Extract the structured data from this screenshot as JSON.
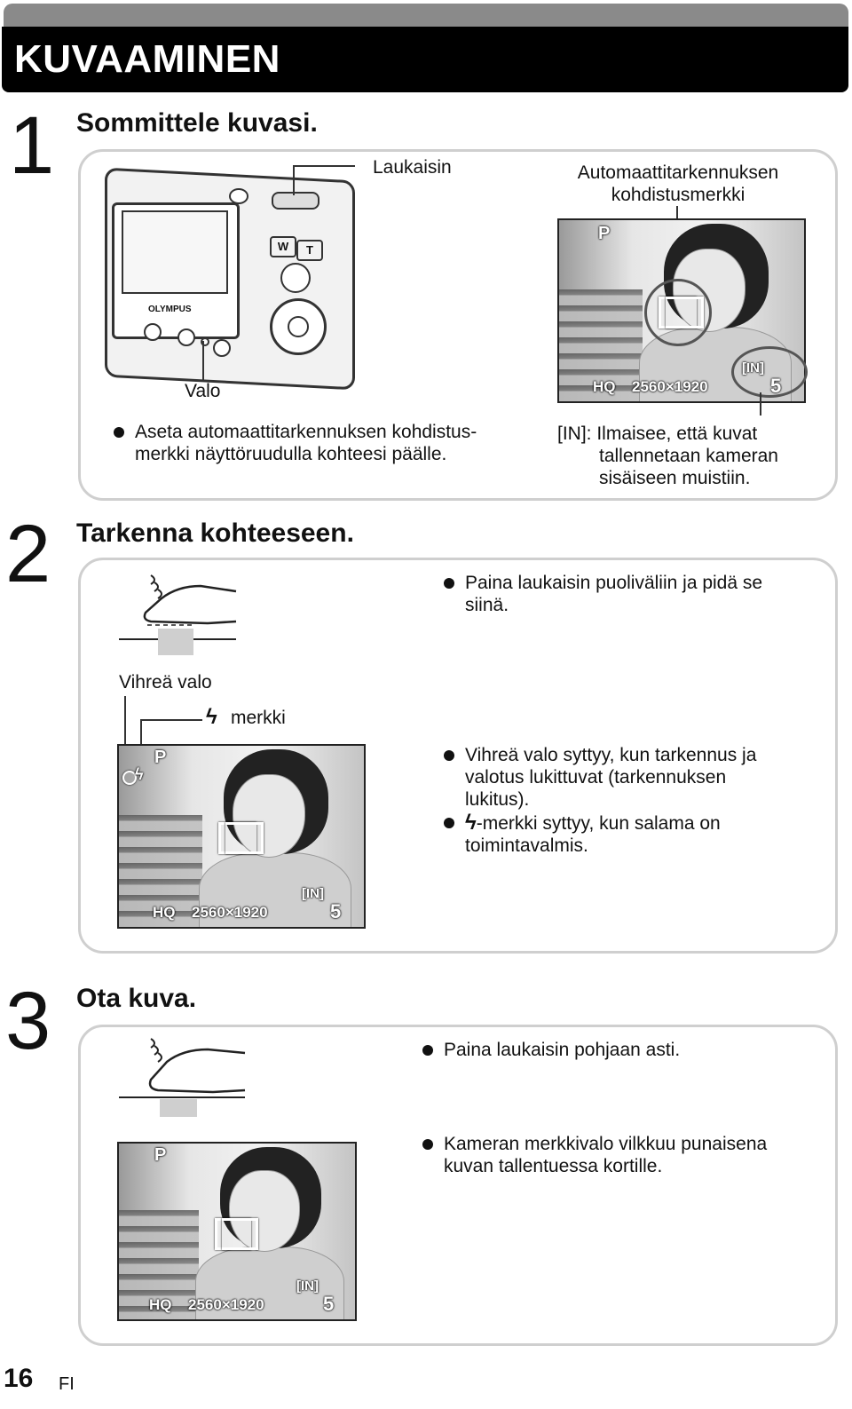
{
  "header": {
    "title": "KUVAAMINEN"
  },
  "step1": {
    "number": "1",
    "title": "Sommittele kuvasi.",
    "label_shutter": "Laukaisin",
    "label_af_mark_1": "Automaattitarkennuksen",
    "label_af_mark_2": "kohdistusmerkki",
    "label_lamp": "Valo",
    "camera_brand": "OLYMPUS",
    "camera_w": "W",
    "camera_t": "T",
    "bullet_1": "Aseta automaattitarkennuksen kohdistus-",
    "bullet_2": "merkki näyttöruudulla kohteesi päälle.",
    "in_note_1": "[IN]: Ilmaisee, että kuvat",
    "in_note_2": "tallennetaan kameran",
    "in_note_3": "sisäiseen muistiin.",
    "lcd": {
      "mode": "P",
      "quality": "HQ",
      "resolution": "2560×1920",
      "memory": "[IN]",
      "frames": "5",
      "af_bracket": "[ ]"
    }
  },
  "step2": {
    "number": "2",
    "title": "Tarkenna kohteeseen.",
    "bullet_press_1": "Paina laukaisin puoliväliin ja pidä se",
    "bullet_press_2": "siinä.",
    "label_green_lamp": "Vihreä valo",
    "label_flash_mark": "merkki",
    "bullet_green_1": "Vihreä valo syttyy, kun tarkennus ja",
    "bullet_green_2": "valotus lukittuvat (tarkennuksen",
    "bullet_green_3": "lukitus).",
    "bullet_flash_1": "-merkki syttyy, kun salama on",
    "bullet_flash_2": "toimintavalmis.",
    "lcd": {
      "mode": "P",
      "quality": "HQ",
      "resolution": "2560×1920",
      "memory": "[IN]",
      "frames": "5",
      "af_bracket": "[ ]"
    }
  },
  "step3": {
    "number": "3",
    "title": "Ota kuva.",
    "bullet_full": "Paina laukaisin pohjaan asti.",
    "bullet_lamp_1": "Kameran merkkivalo vilkkuu punaisena",
    "bullet_lamp_2": "kuvan tallentuessa kortille.",
    "lcd": {
      "mode": "P",
      "quality": "HQ",
      "resolution": "2560×1920",
      "memory": "[IN]",
      "frames": "5",
      "af_bracket": "[ ]"
    }
  },
  "footer": {
    "page_number": "16",
    "language": "FI"
  }
}
